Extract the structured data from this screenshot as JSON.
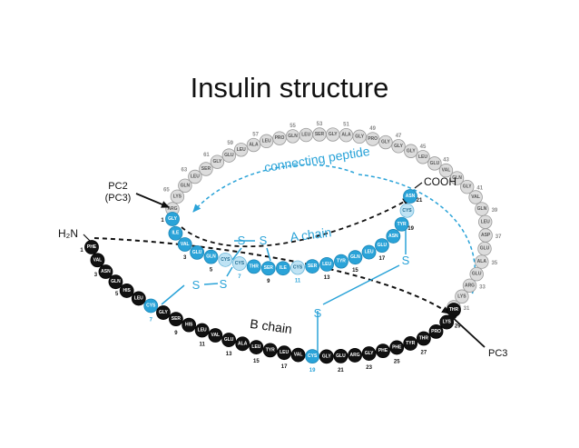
{
  "title": "Insulin structure",
  "colors": {
    "b_chain": "#111111",
    "a_chain": "#2aa3d8",
    "peptide": "#dcdcdc",
    "peptide_stroke": "#9a9a9a",
    "peptide_text": "#555555",
    "link": "#2aa3d8",
    "num_gray": "#8a8a8a",
    "num_blue": "#2aa3d8"
  },
  "labels": {
    "h2n": "H₂N",
    "cooh": "COOH",
    "pc2": "PC2",
    "pc3_paren": "(PC3)",
    "pc3": "PC3",
    "a_chain": "A chain",
    "b_chain": "B chain",
    "connecting_peptide": "connecting peptide",
    "s": "S"
  },
  "b_chain": {
    "residues": [
      "PHE",
      "VAL",
      "ASN",
      "GLN",
      "HIS",
      "LEU",
      "CYS",
      "GLY",
      "SER",
      "HIS",
      "LEU",
      "VAL",
      "GLU",
      "ALA",
      "LEU",
      "TYR",
      "LEU",
      "VAL",
      "CYS",
      "GLY",
      "GLU",
      "ARG",
      "GLY",
      "PHE",
      "PHE",
      "TYR",
      "THR",
      "PRO",
      "LYS",
      "THR"
    ],
    "highlight": [
      6,
      18
    ],
    "numbers": [
      {
        "n": "1",
        "i": 0
      },
      {
        "n": "3",
        "i": 2
      },
      {
        "n": "5",
        "i": 4
      },
      {
        "n": "7",
        "i": 6
      },
      {
        "n": "9",
        "i": 8
      },
      {
        "n": "11",
        "i": 10
      },
      {
        "n": "13",
        "i": 12
      },
      {
        "n": "15",
        "i": 14
      },
      {
        "n": "17",
        "i": 16
      },
      {
        "n": "19",
        "i": 18
      },
      {
        "n": "21",
        "i": 20
      },
      {
        "n": "23",
        "i": 22
      },
      {
        "n": "25",
        "i": 24
      },
      {
        "n": "27",
        "i": 26
      },
      {
        "n": "29",
        "i": 28
      }
    ]
  },
  "a_chain": {
    "residues": [
      "GLY",
      "ILE",
      "VAL",
      "GLU",
      "GLN",
      "CYS",
      "CYS",
      "THR",
      "SER",
      "ILE",
      "CYS",
      "SER",
      "LEU",
      "TYR",
      "GLN",
      "LEU",
      "GLU",
      "ASN",
      "TYR",
      "CYS",
      "ASN"
    ],
    "light": [
      5,
      6,
      10,
      19
    ],
    "numbers": [
      {
        "n": "1",
        "i": 0
      },
      {
        "n": "3",
        "i": 2
      },
      {
        "n": "5",
        "i": 4
      },
      {
        "n": "7",
        "i": 6
      },
      {
        "n": "9",
        "i": 8
      },
      {
        "n": "11",
        "i": 10
      },
      {
        "n": "13",
        "i": 12
      },
      {
        "n": "15",
        "i": 14
      },
      {
        "n": "17",
        "i": 16
      },
      {
        "n": "19",
        "i": 18
      },
      {
        "n": "21",
        "i": 20
      }
    ]
  },
  "c_peptide": {
    "residues": [
      "ARG",
      "LYS",
      "ARG",
      "GLU",
      "ALA",
      "GLU",
      "ASP",
      "LEU",
      "GLN",
      "VAL",
      "GLY",
      "GLN",
      "VAL",
      "GLU",
      "LEU",
      "GLY",
      "GLY",
      "GLY",
      "PRO",
      "GLY",
      "ALA",
      "GLY",
      "SER",
      "LEU",
      "GLN",
      "PRO",
      "LEU",
      "ALA",
      "LEU",
      "GLU",
      "GLY",
      "SER",
      "LEU",
      "GLN",
      "LYS",
      "ARG"
    ],
    "numbers": [
      {
        "n": "31",
        "i": 0
      },
      {
        "n": "33",
        "i": 2
      },
      {
        "n": "35",
        "i": 4
      },
      {
        "n": "37",
        "i": 6
      },
      {
        "n": "39",
        "i": 8
      },
      {
        "n": "41",
        "i": 10
      },
      {
        "n": "43",
        "i": 12
      },
      {
        "n": "45",
        "i": 14
      },
      {
        "n": "47",
        "i": 16
      },
      {
        "n": "49",
        "i": 18
      },
      {
        "n": "51",
        "i": 20
      },
      {
        "n": "53",
        "i": 22
      },
      {
        "n": "55",
        "i": 24
      },
      {
        "n": "57",
        "i": 26
      },
      {
        "n": "59",
        "i": 28
      },
      {
        "n": "61",
        "i": 30
      },
      {
        "n": "63",
        "i": 32
      },
      {
        "n": "65",
        "i": 34
      }
    ]
  }
}
